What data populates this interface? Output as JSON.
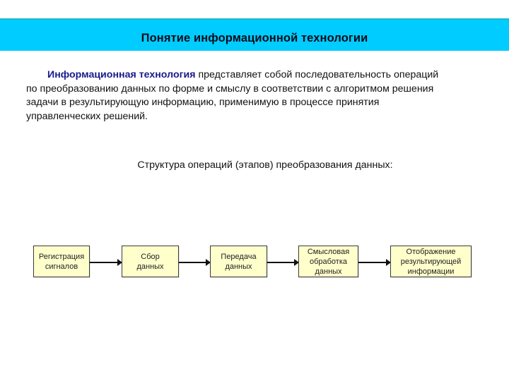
{
  "header": {
    "title": "Понятие информационной технологии",
    "background_color": "#00CCFF"
  },
  "definition": {
    "term": "Информационная технология",
    "text": " представляет собой последовательность операций по преобразованию данных по форме и смыслу в соответствии с алгоритмом решения задачи в результирующую информацию, применимую в процессе принятия управленческих решений.",
    "term_color": "#1A1A8C"
  },
  "structure": {
    "caption": "Структура операций (этапов) преобразования данных:",
    "box_color": "#FFFFCC",
    "steps": [
      {
        "label": "Регистрация\nсигналов"
      },
      {
        "label": "Сбор\nданных"
      },
      {
        "label": "Передача\nданных"
      },
      {
        "label": "Смысловая\nобработка\nданных"
      },
      {
        "label": "Отображение\nрезультирующей\nинформации"
      }
    ]
  }
}
